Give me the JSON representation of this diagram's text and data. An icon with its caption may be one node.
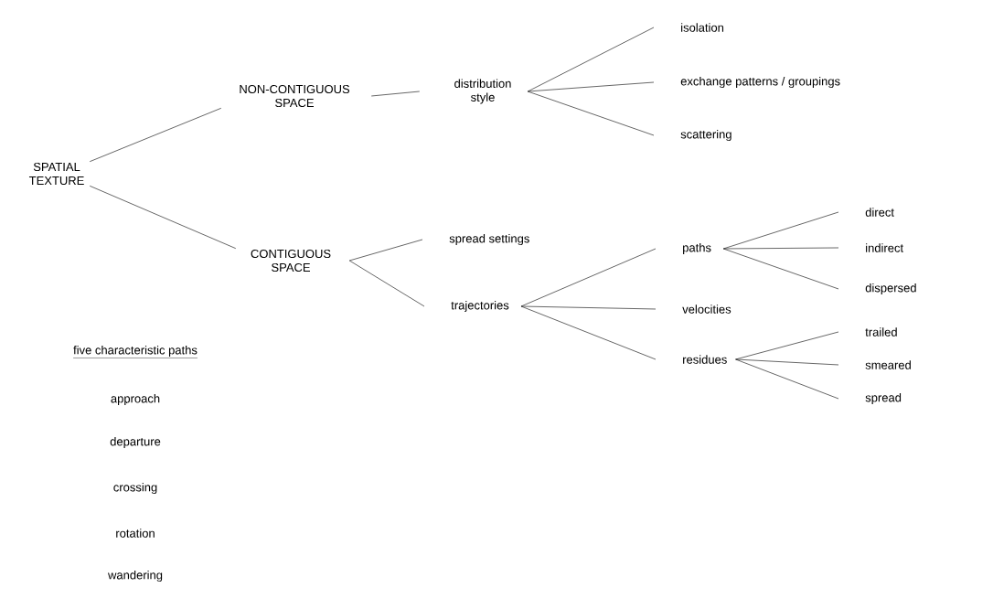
{
  "diagram": {
    "nodes": [
      {
        "text": [
          "SPATIAL TEXTURE"
        ]
      },
      {
        "text": [
          "NON-CONTIGUOUS SPACE"
        ]
      },
      {
        "text": [
          "distribution style"
        ]
      },
      {
        "text": [
          "isolation"
        ]
      },
      {
        "text": [
          "exchange patterns / groupings"
        ]
      },
      {
        "text": [
          "scattering"
        ]
      },
      {
        "text": [
          "CONTIGUOUS SPACE"
        ]
      },
      {
        "text": [
          "spread settings"
        ]
      },
      {
        "text": [
          "trajectories"
        ]
      },
      {
        "text": [
          "paths"
        ]
      },
      {
        "text": [
          "velocities"
        ]
      },
      {
        "text": [
          "residues"
        ]
      },
      {
        "text": [
          "direct"
        ]
      },
      {
        "text": [
          "indirect"
        ]
      },
      {
        "text": [
          "dispersed"
        ]
      },
      {
        "text": [
          "trailed"
        ]
      },
      {
        "text": [
          "smeared"
        ]
      },
      {
        "text": [
          "spread"
        ]
      }
    ],
    "edges": [
      {
        "from": 0,
        "to": 1,
        "arrow": "none"
      },
      {
        "from": 0,
        "to": 6,
        "arrow": "none"
      },
      {
        "from": 1,
        "to": 2,
        "arrow": "none"
      },
      {
        "from": 2,
        "to": 3,
        "arrow": "none"
      },
      {
        "from": 2,
        "to": 4,
        "arrow": "none"
      },
      {
        "from": 2,
        "to": 5,
        "arrow": "none"
      },
      {
        "from": 6,
        "to": 7,
        "arrow": "none"
      },
      {
        "from": 6,
        "to": 8,
        "arrow": "none"
      },
      {
        "from": 8,
        "to": 9,
        "arrow": "none"
      },
      {
        "from": 8,
        "to": 10,
        "arrow": "none"
      },
      {
        "from": 8,
        "to": 11,
        "arrow": "none"
      },
      {
        "from": 9,
        "to": 12,
        "arrow": "none"
      },
      {
        "from": 9,
        "to": 13,
        "arrow": "none"
      },
      {
        "from": 9,
        "to": 14,
        "arrow": "none"
      },
      {
        "from": 11,
        "to": 15,
        "arrow": "none"
      },
      {
        "from": 11,
        "to": 16,
        "arrow": "none"
      },
      {
        "from": 11,
        "to": 17,
        "arrow": "none"
      }
    ],
    "labels": [
      "five characteristic paths",
      "approach",
      "departure",
      "crossing",
      "rotation",
      "wandering"
    ]
  }
}
